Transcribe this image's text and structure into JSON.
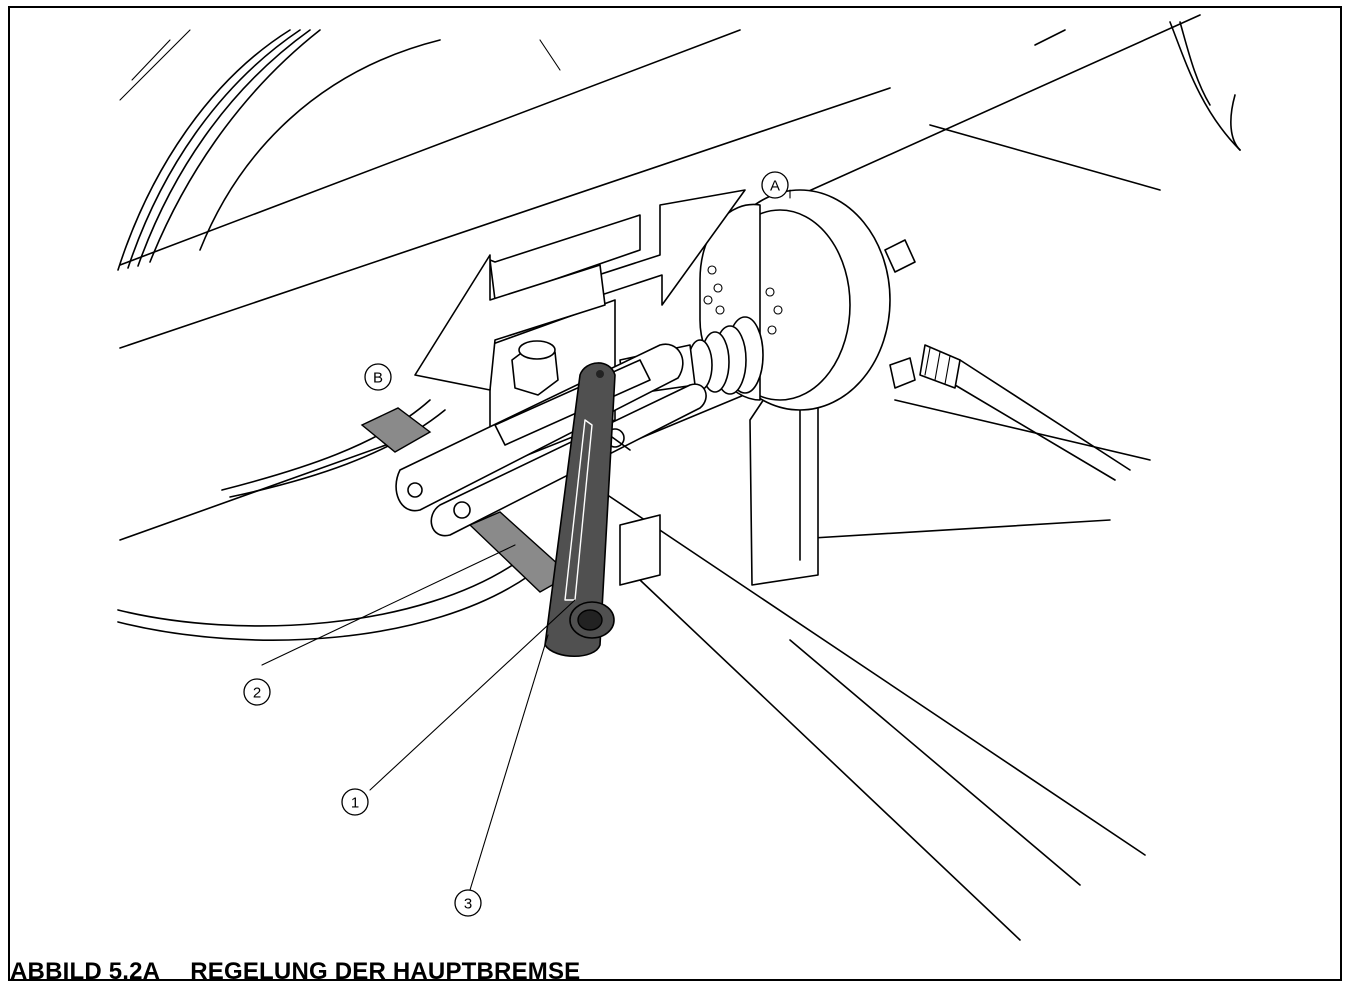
{
  "figure": {
    "number": "ABBILD 5.2A",
    "title": "REGELUNG DER HAUPTBREMSE"
  },
  "callouts": [
    {
      "id": "A",
      "label": "A"
    },
    {
      "id": "B",
      "label": "B"
    },
    {
      "id": "1",
      "label": "1"
    },
    {
      "id": "2",
      "label": "2"
    },
    {
      "id": "3",
      "label": "3"
    }
  ],
  "colors": {
    "line": "#000000",
    "fill_dark": "#505050",
    "fill_gray": "#8a8a8a",
    "background": "#ffffff"
  }
}
